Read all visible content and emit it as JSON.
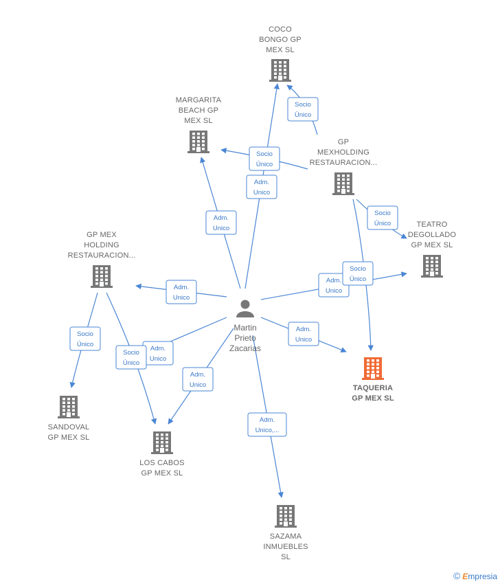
{
  "colors": {
    "company": "#777777",
    "highlight": "#f06a35",
    "person": "#777777",
    "edge": "#4a86d4"
  },
  "person": {
    "icon": "person-icon",
    "lines": [
      "Martin",
      "Prieto",
      "Zacarias"
    ]
  },
  "companies": [
    {
      "id": "coco",
      "icon": "building-icon",
      "lines": [
        "COCO",
        "BONGO GP",
        "MEX  SL"
      ],
      "highlight": false
    },
    {
      "id": "margarita",
      "icon": "building-icon",
      "lines": [
        "MARGARITA",
        "BEACH GP",
        "MEX  SL"
      ],
      "highlight": false
    },
    {
      "id": "gpmexholding",
      "icon": "building-icon",
      "lines": [
        "GP",
        "MEXHOLDING",
        "RESTAURACION..."
      ],
      "highlight": false
    },
    {
      "id": "gpmex",
      "icon": "building-icon",
      "lines": [
        "GP MEX",
        "HOLDING",
        "RESTAURACION..."
      ],
      "highlight": false
    },
    {
      "id": "teatro",
      "icon": "building-icon",
      "lines": [
        "TEATRO",
        "DEGOLLADO",
        "GP MEX  SL"
      ],
      "highlight": false
    },
    {
      "id": "taqueria",
      "icon": "building-icon",
      "lines": [
        "TAQUERIA",
        "GP MEX  SL"
      ],
      "highlight": true
    },
    {
      "id": "sandoval",
      "icon": "building-icon",
      "lines": [
        "SANDOVAL",
        "GP MEX  SL"
      ],
      "highlight": false
    },
    {
      "id": "loscabos",
      "icon": "building-icon",
      "lines": [
        "LOS CABOS",
        "GP MEX  SL"
      ],
      "highlight": false
    },
    {
      "id": "sazama",
      "icon": "building-icon",
      "lines": [
        "SAZAMA",
        "INMUEBLES",
        "SL"
      ],
      "highlight": false
    }
  ],
  "relations": [
    {
      "id": "r1",
      "lines": [
        "Adm.",
        "Unico"
      ]
    },
    {
      "id": "r2",
      "lines": [
        "Adm.",
        "Unico"
      ]
    },
    {
      "id": "r3",
      "lines": [
        "Adm.",
        "Unico"
      ]
    },
    {
      "id": "r4",
      "lines": [
        "Adm.",
        "Unico"
      ]
    },
    {
      "id": "r5",
      "lines": [
        "Adm.",
        "Unico"
      ]
    },
    {
      "id": "r6",
      "lines": [
        "Adm.",
        "Unico"
      ]
    },
    {
      "id": "r7",
      "lines": [
        "Adm.",
        "Unico"
      ]
    },
    {
      "id": "r8",
      "lines": [
        "Adm.",
        "Unico,..."
      ]
    },
    {
      "id": "r9",
      "lines": [
        "Socio",
        "Único"
      ]
    },
    {
      "id": "r10",
      "lines": [
        "Socio",
        "Único"
      ]
    },
    {
      "id": "r11",
      "lines": [
        "Socio",
        "Único"
      ]
    },
    {
      "id": "r12",
      "lines": [
        "Socio",
        "Único"
      ]
    },
    {
      "id": "r13",
      "lines": [
        "Socio",
        "Único"
      ]
    },
    {
      "id": "r14",
      "lines": [
        "Socio",
        "Único"
      ]
    }
  ],
  "footer": {
    "copyright": "©",
    "brand_initial": "E",
    "brand_rest": "mpresia"
  }
}
